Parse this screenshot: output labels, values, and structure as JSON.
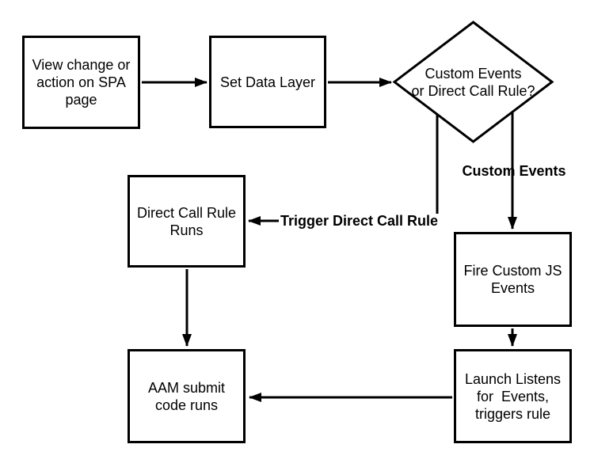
{
  "diagram": {
    "background_color": "#ffffff",
    "stroke_color": "#000000",
    "text_color": "#000000",
    "nodes": [
      {
        "id": "view-change",
        "type": "rect",
        "label": "View change or\naction on SPA\npage"
      },
      {
        "id": "set-data-layer",
        "type": "rect",
        "label": "Set Data Layer"
      },
      {
        "id": "decision",
        "type": "diamond",
        "label": "Custom Events\nor Direct Call Rule?"
      },
      {
        "id": "dcr-runs",
        "type": "rect",
        "label": "Direct Call Rule\nRuns"
      },
      {
        "id": "fire-custom-js",
        "type": "rect",
        "label": "Fire Custom JS\nEvents"
      },
      {
        "id": "aam-submit",
        "type": "rect",
        "label": "AAM submit\ncode runs"
      },
      {
        "id": "launch-listens",
        "type": "rect",
        "label": "Launch Listens\nfor  Events,\ntriggers rule"
      }
    ],
    "edge_labels": [
      {
        "id": "custom-events",
        "text": "Custom Events"
      },
      {
        "id": "trigger-dcr",
        "text": "Trigger Direct Call Rule"
      }
    ],
    "edges": [
      {
        "from": "view-change",
        "to": "set-data-layer",
        "label": ""
      },
      {
        "from": "set-data-layer",
        "to": "decision",
        "label": ""
      },
      {
        "from": "decision",
        "to": "dcr-runs",
        "label": "Trigger Direct Call Rule"
      },
      {
        "from": "decision",
        "to": "fire-custom-js",
        "label": "Custom Events"
      },
      {
        "from": "dcr-runs",
        "to": "aam-submit",
        "label": ""
      },
      {
        "from": "fire-custom-js",
        "to": "launch-listens",
        "label": ""
      },
      {
        "from": "launch-listens",
        "to": "aam-submit",
        "label": ""
      }
    ]
  }
}
